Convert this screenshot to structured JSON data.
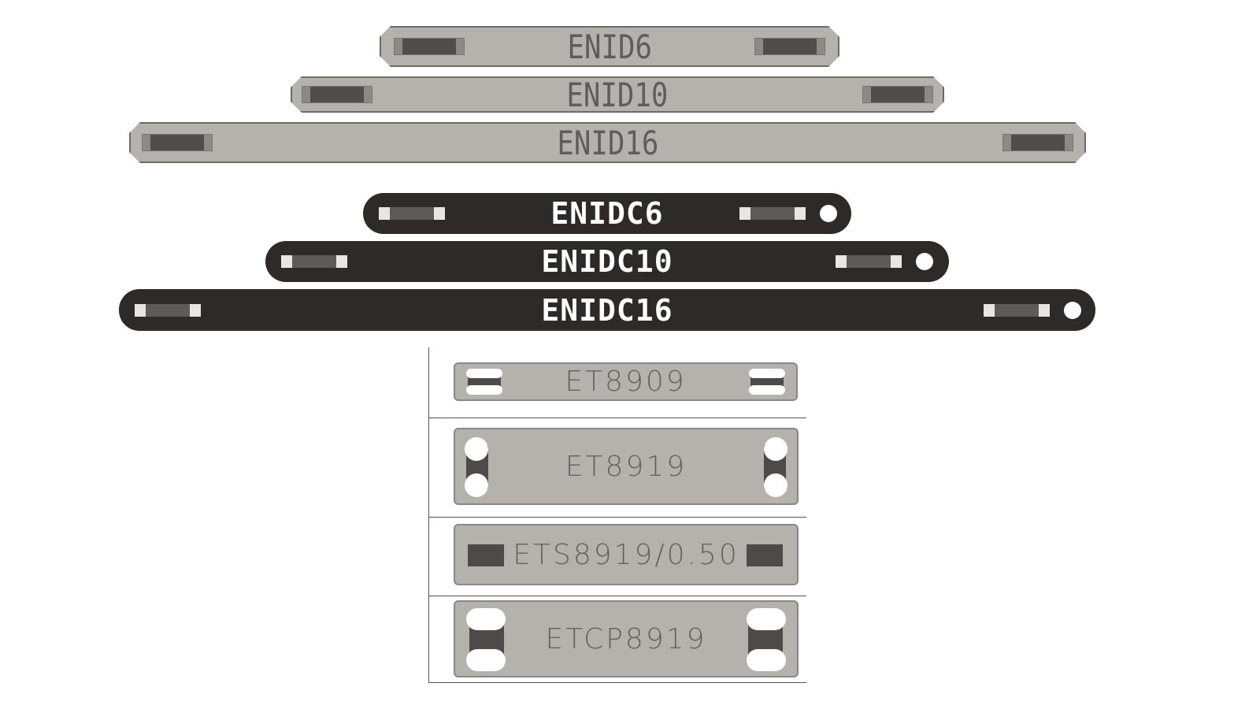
{
  "stainless_tags": [
    "ENID6",
    "ENID10",
    "ENID16"
  ],
  "coated_tags": [
    "ENIDC6",
    "ENIDC10",
    "ENIDC16"
  ],
  "plates": [
    "ET8909",
    "ET8919",
    "ETS8919/0.50",
    "ETCP8919"
  ],
  "colors": {
    "steel": "#b5b2ae",
    "coated": "#2d2a28",
    "text": "#5f5c59"
  }
}
